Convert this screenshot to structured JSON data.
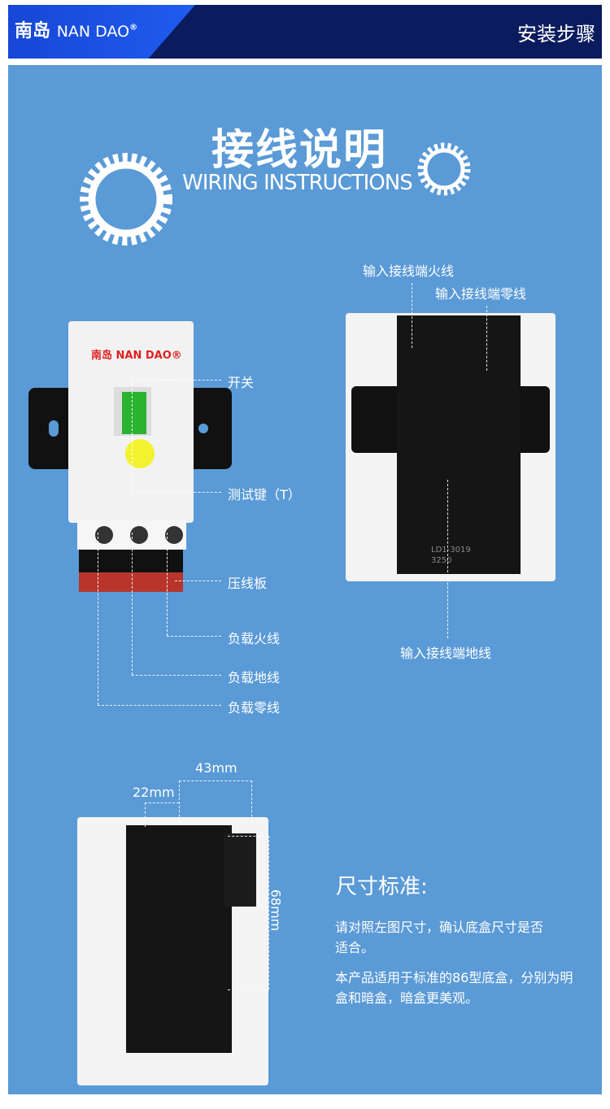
{
  "header": {
    "brand_cn": "南岛",
    "brand_en": "NAN DAO",
    "brand_mark": "®",
    "title": "安装步骤"
  },
  "section": {
    "title_cn": "接线说明",
    "title_en": "WIRING INSTRUCTIONS"
  },
  "product_front": {
    "brand_cn": "南岛",
    "brand_en": "NAN DAO®",
    "labels": [
      "开关",
      "测试键（T）",
      "压线板",
      "负载火线",
      "负载地线",
      "负载零线"
    ]
  },
  "product_back": {
    "labels": [
      "输入接线端火线",
      "输入接线端零线",
      "输入接线端地线"
    ],
    "module_text": [
      "LD1-3019",
      "3250"
    ]
  },
  "dimensions": {
    "width_total": "43mm",
    "width_half": "22mm",
    "height": "68mm"
  },
  "size_info": {
    "heading": "尺寸标准:",
    "para1": "请对照左图尺寸，确认底盒尺寸是否适合。",
    "para2": "本产品适用于标准的86型底盒，分别为明盒和暗盒，暗盒更美观。"
  },
  "colors": {
    "background": "#5a9ad6",
    "header": "#0b1c5e",
    "accent": "#1f5cf0",
    "switch": "#2bb32f",
    "test_button": "#f2f230",
    "brand_red": "#e02020"
  }
}
